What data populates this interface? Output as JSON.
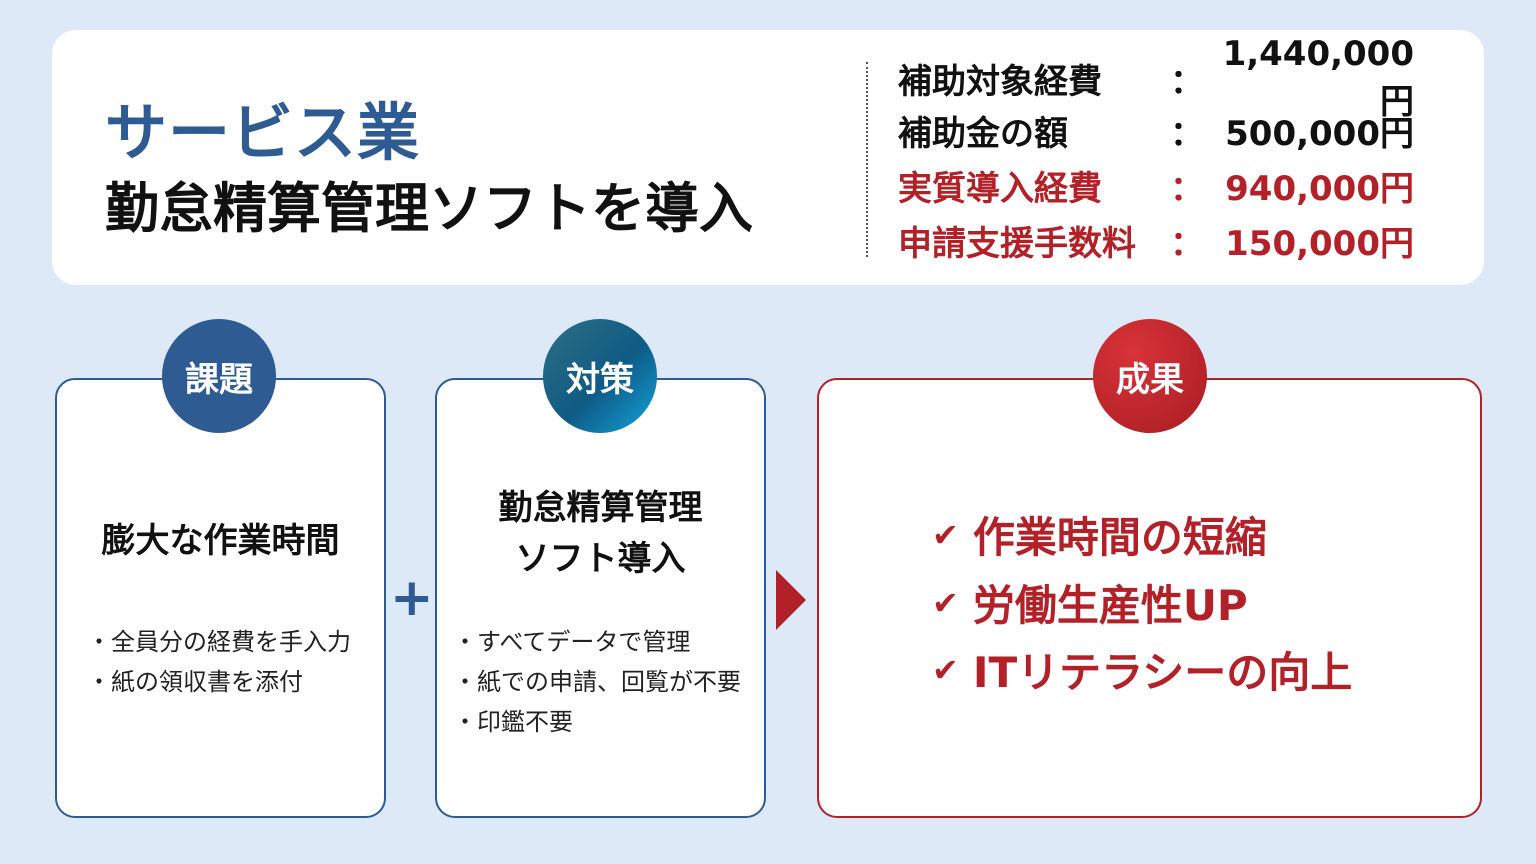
{
  "header": {
    "industry": "サービス業",
    "title": "勤怠精算管理ソフトを導入"
  },
  "costs": [
    {
      "label": "補助対象経費",
      "colon": "：",
      "value": "1,440,000円",
      "color": "#111111"
    },
    {
      "label": "補助金の額",
      "colon": "：",
      "value": "500,000円",
      "color": "#111111"
    },
    {
      "label": "実質導入経費",
      "colon": "：",
      "value": "940,000円",
      "color": "#b22028"
    },
    {
      "label": "申請支援手数料",
      "colon": "：",
      "value": "150,000円",
      "color": "#b22028"
    }
  ],
  "issue": {
    "badge": "課題",
    "heading": "膨大な作業時間",
    "bullets": [
      "・全員分の経費を手入力",
      "・紙の領収書を添付"
    ]
  },
  "plus": "+",
  "measure": {
    "badge": "対策",
    "heading": [
      "勤怠精算管理",
      "ソフト導入"
    ],
    "bullets": [
      "・すべてデータで管理",
      "・紙での申請、回覧が不要",
      "・印鑑不要"
    ]
  },
  "result": {
    "badge": "成果",
    "items": [
      "作業時間の短縮",
      "労働生産性UP",
      "ITリテラシーの向上"
    ]
  },
  "colors": {
    "blue": "#2f5b93",
    "red": "#b22028",
    "bg": "#dde9f6"
  }
}
